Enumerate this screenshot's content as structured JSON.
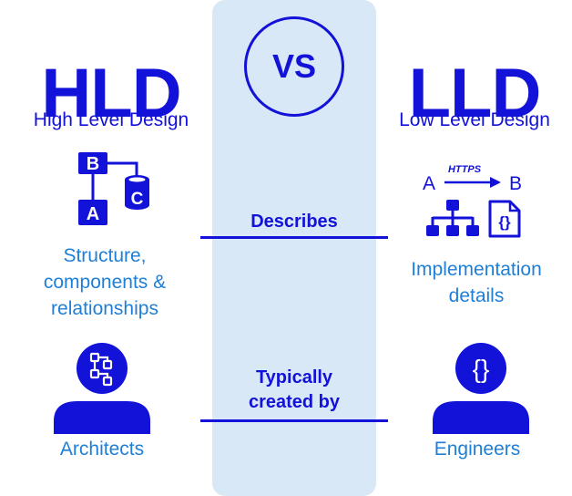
{
  "center": {
    "vs": "VS"
  },
  "left": {
    "title": "HLD",
    "subtitle": "High Level Design",
    "diagram_letters": {
      "b": "B",
      "a": "A",
      "c": "C"
    },
    "describes_lines": [
      "Structure,",
      "components &",
      "relationships"
    ],
    "creator": "Architects"
  },
  "right": {
    "title": "LLD",
    "subtitle": "Low Level Design",
    "diagram": {
      "from": "A",
      "to": "B",
      "protocol": "HTTPS",
      "braces": "{}"
    },
    "describes_lines": [
      "Implementation",
      "details"
    ],
    "creator": "Engineers"
  },
  "rows": {
    "describes": "Describes",
    "created_by_lines": [
      "Typically",
      "created by"
    ]
  },
  "colors": {
    "primary": "#1212d8",
    "secondary": "#1f7fd6",
    "column": "#d9e8f6"
  }
}
